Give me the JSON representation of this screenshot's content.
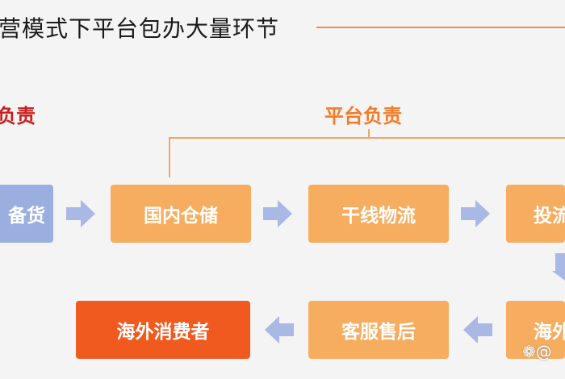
{
  "title": "营模式下平台包办大量环节",
  "labels": {
    "left": "负责",
    "platform": "平台负责"
  },
  "flow": {
    "top_row": [
      "备货",
      "国内仓储",
      "干线物流",
      "投流"
    ],
    "bottom_row": [
      "海外消费者",
      "客服售后",
      "海外"
    ]
  },
  "watermark": "❁@",
  "colors": {
    "blue_box": "#9aaee0",
    "orange_box": "#f7ad5f",
    "red_box": "#f15a1f",
    "arrow": "#a9b8e4",
    "accent_line": "#f08a4b",
    "label_red": "#c81e1e",
    "label_orange": "#f07d2a"
  }
}
